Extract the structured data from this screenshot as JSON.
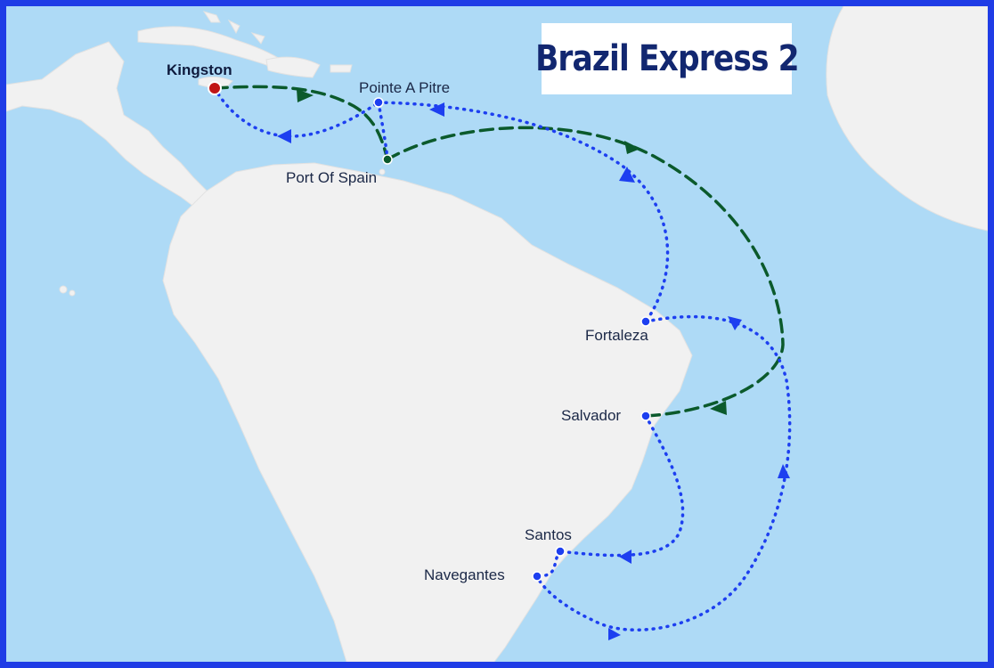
{
  "title": "Brazil Express 2",
  "ports": [
    {
      "name": "Kingston",
      "key": "kingston",
      "kind": "origin"
    },
    {
      "name": "Pointe A Pitre",
      "key": "pointe-a-pitre",
      "kind": "blue"
    },
    {
      "name": "Port Of Spain",
      "key": "port-of-spain",
      "kind": "green"
    },
    {
      "name": "Fortaleza",
      "key": "fortaleza",
      "kind": "blue"
    },
    {
      "name": "Salvador",
      "key": "salvador",
      "kind": "blue"
    },
    {
      "name": "Santos",
      "key": "santos",
      "kind": "blue"
    },
    {
      "name": "Navegantes",
      "key": "navegantes",
      "kind": "blue"
    }
  ],
  "colors": {
    "sea": "#aedaf6",
    "land": "#f1f1f1",
    "frame": "#1f3ce6",
    "title": "#122770",
    "route_green": "#0b5a2c",
    "route_blue": "#1d3ff0",
    "origin_marker": "#c01515"
  }
}
